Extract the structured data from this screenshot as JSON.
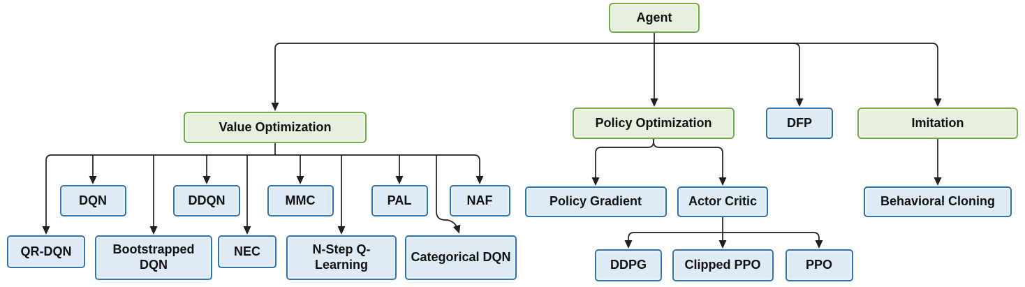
{
  "title": "Agent algorithms hierarchy",
  "colors": {
    "green_border": "#70AD47",
    "green_fill": "#E7F0DC",
    "blue_border": "#2E75B6",
    "blue_fill": "#DEEBF7",
    "line": "#1F1F1F",
    "text": "#111111"
  },
  "nodes": [
    {
      "id": "agent",
      "label": "Agent",
      "style": "green"
    },
    {
      "id": "value-optimization",
      "label": "Value Optimization",
      "style": "green"
    },
    {
      "id": "policy-optimization",
      "label": "Policy Optimization",
      "style": "green"
    },
    {
      "id": "dfp",
      "label": "DFP",
      "style": "blue"
    },
    {
      "id": "imitation",
      "label": "Imitation",
      "style": "green"
    },
    {
      "id": "dqn",
      "label": "DQN",
      "style": "blue"
    },
    {
      "id": "ddqn",
      "label": "DDQN",
      "style": "blue"
    },
    {
      "id": "mmc",
      "label": "MMC",
      "style": "blue"
    },
    {
      "id": "pal",
      "label": "PAL",
      "style": "blue"
    },
    {
      "id": "naf",
      "label": "NAF",
      "style": "blue"
    },
    {
      "id": "qr-dqn",
      "label": "QR-DQN",
      "style": "blue"
    },
    {
      "id": "bootstrapped-dqn",
      "label": "Bootstrapped DQN",
      "style": "blue"
    },
    {
      "id": "nec",
      "label": "NEC",
      "style": "blue"
    },
    {
      "id": "n-step-q-learning",
      "label": "N-Step Q-Learning",
      "style": "blue"
    },
    {
      "id": "categorical-dqn",
      "label": "Categorical DQN",
      "style": "blue"
    },
    {
      "id": "policy-gradient",
      "label": "Policy Gradient",
      "style": "blue"
    },
    {
      "id": "actor-critic",
      "label": "Actor Critic",
      "style": "blue"
    },
    {
      "id": "behavioral-cloning",
      "label": "Behavioral Cloning",
      "style": "blue"
    },
    {
      "id": "ddpg",
      "label": "DDPG",
      "style": "blue"
    },
    {
      "id": "clipped-ppo",
      "label": "Clipped PPO",
      "style": "blue"
    },
    {
      "id": "ppo",
      "label": "PPO",
      "style": "blue"
    }
  ],
  "edges": [
    {
      "from": "agent",
      "to": "value-optimization"
    },
    {
      "from": "agent",
      "to": "policy-optimization"
    },
    {
      "from": "agent",
      "to": "dfp"
    },
    {
      "from": "agent",
      "to": "imitation"
    },
    {
      "from": "value-optimization",
      "to": "qr-dqn"
    },
    {
      "from": "value-optimization",
      "to": "dqn"
    },
    {
      "from": "value-optimization",
      "to": "bootstrapped-dqn"
    },
    {
      "from": "value-optimization",
      "to": "ddqn"
    },
    {
      "from": "value-optimization",
      "to": "nec"
    },
    {
      "from": "value-optimization",
      "to": "mmc"
    },
    {
      "from": "value-optimization",
      "to": "n-step-q-learning"
    },
    {
      "from": "value-optimization",
      "to": "pal"
    },
    {
      "from": "value-optimization",
      "to": "categorical-dqn"
    },
    {
      "from": "value-optimization",
      "to": "naf"
    },
    {
      "from": "policy-optimization",
      "to": "policy-gradient"
    },
    {
      "from": "policy-optimization",
      "to": "actor-critic"
    },
    {
      "from": "actor-critic",
      "to": "ddpg"
    },
    {
      "from": "actor-critic",
      "to": "clipped-ppo"
    },
    {
      "from": "actor-critic",
      "to": "ppo"
    },
    {
      "from": "imitation",
      "to": "behavioral-cloning"
    }
  ]
}
